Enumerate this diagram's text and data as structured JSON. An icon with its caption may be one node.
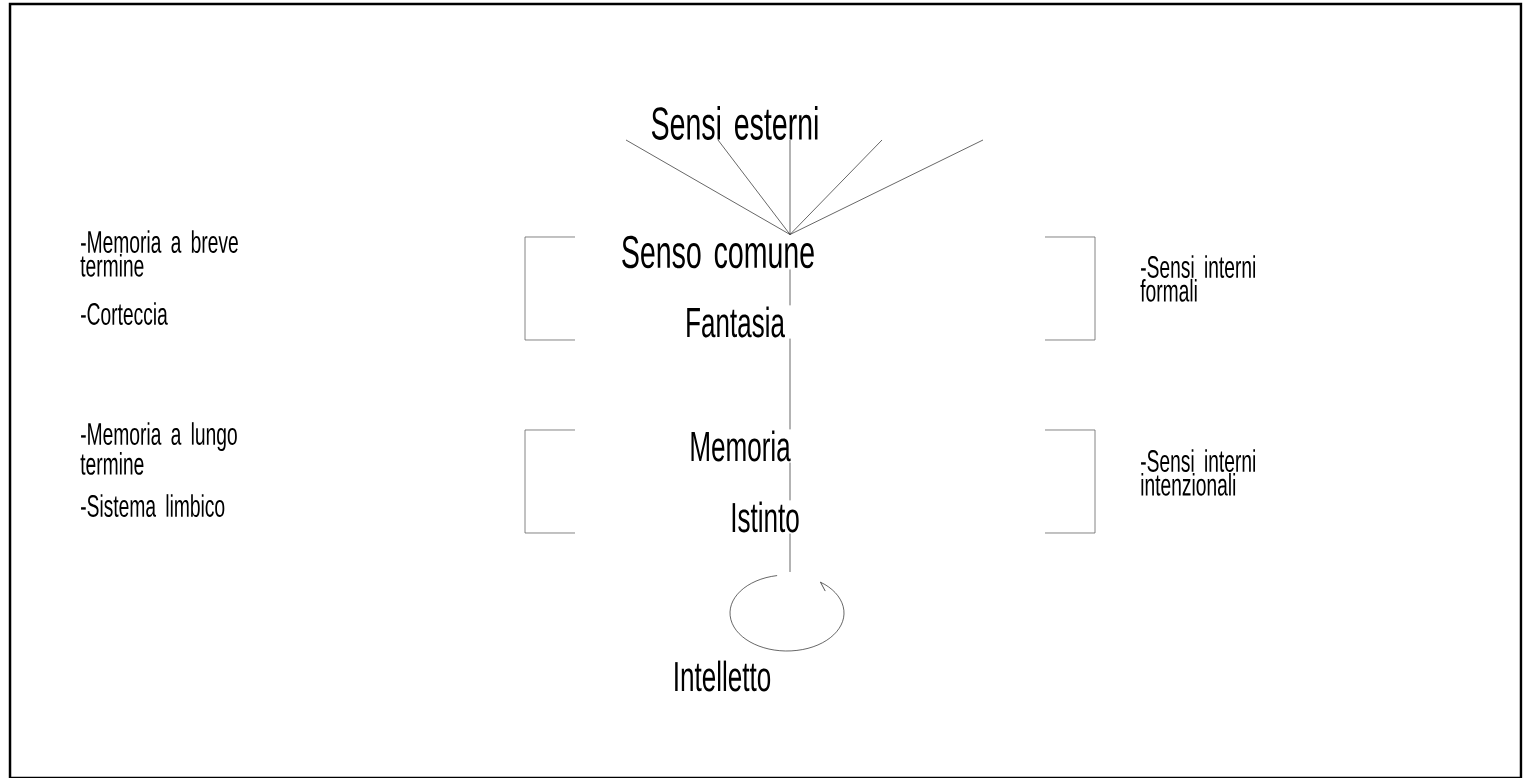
{
  "diagram": {
    "nodes": [
      {
        "text": [
          "Sensi esterni"
        ]
      },
      {
        "text": [
          "Senso comune"
        ]
      },
      {
        "text": [
          "Fantasia"
        ]
      },
      {
        "text": [
          "Memoria"
        ]
      },
      {
        "text": [
          "Istinto"
        ]
      },
      {
        "text": [
          "Intelletto"
        ]
      }
    ],
    "edges": [
      {
        "from": 0,
        "to": 1,
        "arrow": "none"
      },
      {
        "from": 0,
        "to": 1,
        "arrow": "none"
      },
      {
        "from": 0,
        "to": 1,
        "arrow": "none"
      },
      {
        "from": null,
        "to": 1,
        "arrow": "none"
      },
      {
        "from": null,
        "to": 1,
        "arrow": "none"
      },
      {
        "from": 1,
        "to": 2,
        "arrow": "none"
      },
      {
        "from": 2,
        "to": 3,
        "arrow": "none"
      },
      {
        "from": 3,
        "to": 4,
        "arrow": "none"
      },
      {
        "from": 4,
        "to": null,
        "arrow": "none"
      }
    ],
    "labels": [
      "-Memoria a breve termine",
      "-Corteccia",
      "-Sensi interni formali",
      "-Memoria a lungo termine",
      "-Sistema limbico",
      "-Sensi interni intenzionali"
    ]
  }
}
